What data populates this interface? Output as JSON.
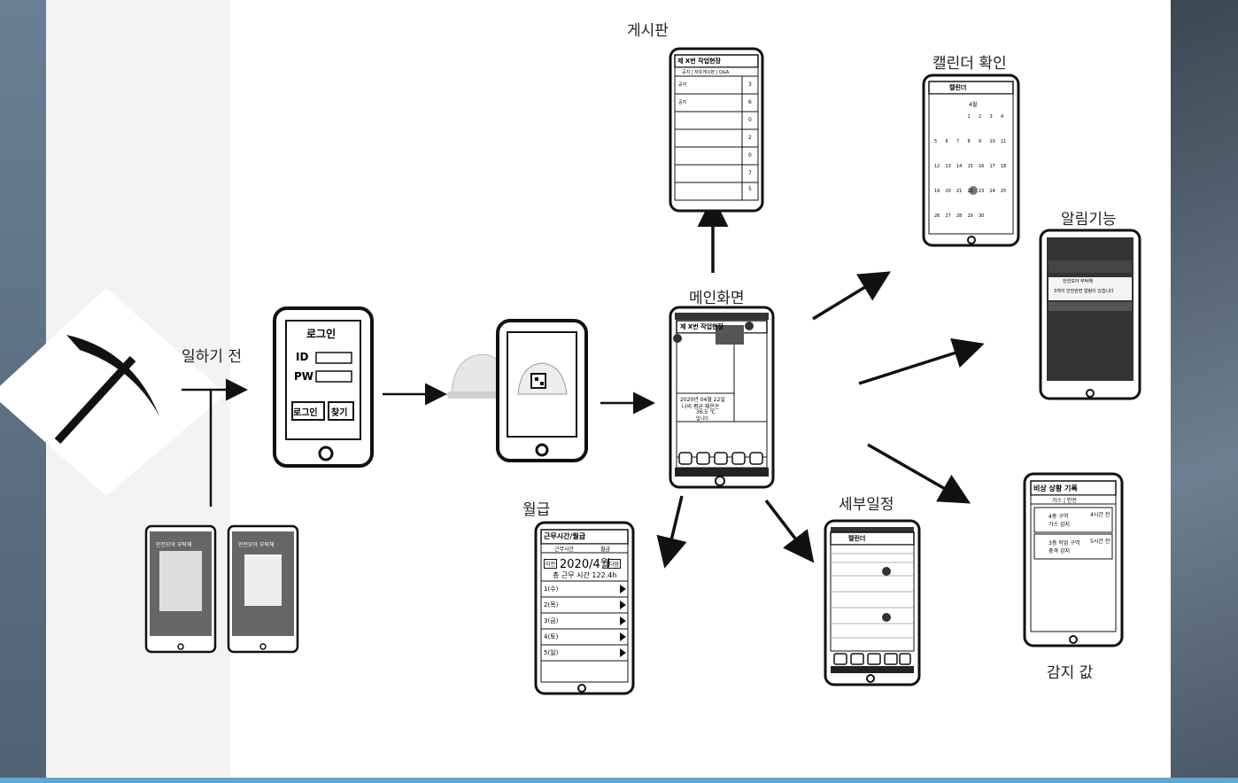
{
  "labels": {
    "before_work": "일하기 전",
    "board": "게시판",
    "calendar_check": "캘린더 확인",
    "notification": "알림기능",
    "main_screen": "메인화면",
    "salary": "월급",
    "detail_schedule": "세부일정",
    "sensor_value": "감지 값"
  },
  "login": {
    "title": "로그인",
    "id_label": "ID",
    "pw_label": "PW",
    "login_button": "로그인",
    "find_button": "찾기"
  },
  "board": {
    "header": "제 X번 작업현장",
    "tabs": "공지 | 자유게시판 | Q&A",
    "rows": [
      {
        "title": "공지",
        "count": "3"
      },
      {
        "title": "공지",
        "count": "6"
      },
      {
        "title": "",
        "count": "0"
      },
      {
        "title": "",
        "count": "2"
      },
      {
        "title": "",
        "count": "0"
      },
      {
        "title": "",
        "count": "7"
      },
      {
        "title": "",
        "count": "5"
      }
    ]
  },
  "calendar": {
    "header": "캘린더",
    "month": "4월",
    "weeks": [
      [
        "",
        "",
        "",
        "1",
        "2",
        "3",
        "4"
      ],
      [
        "5",
        "6",
        "7",
        "8",
        "9",
        "10",
        "11"
      ],
      [
        "12",
        "13",
        "14",
        "15",
        "16",
        "17",
        "18"
      ],
      [
        "19",
        "20",
        "21",
        "22",
        "23",
        "24",
        "25"
      ],
      [
        "26",
        "27",
        "28",
        "29",
        "30",
        "",
        ""
      ]
    ]
  },
  "notify": {
    "app_name": "안전모야 부탁해",
    "message": "3개의 안전관련 알림이 있습니다"
  },
  "main": {
    "header": "제 X번 작업현장",
    "date_line": "2020년 04월 22일",
    "temp_line": "나의 평균 체온은",
    "temp_value": "36.5 ℃",
    "temp_end": "입니다."
  },
  "salary": {
    "header": "근무시간/월급",
    "tab_work": "근무시간",
    "tab_pay": "월급",
    "month": "2020/4월",
    "prev": "이전",
    "next": "다음",
    "total": "총 근무 시간 122.4h",
    "days": [
      "1(수)",
      "2(목)",
      "3(금)",
      "4(토)",
      "5(일)"
    ]
  },
  "schedule": {
    "header": "캘린더"
  },
  "sensor": {
    "header": "비상 상황 기록",
    "tabs": "가스 | 안전",
    "items": [
      {
        "title": "4층 구역",
        "sub": "가스 감지",
        "time": "4시간 전"
      },
      {
        "title": "3층 작업 구역",
        "sub": "충격 감지",
        "time": "5시간 전"
      }
    ]
  },
  "intro": {
    "title": "안전모야 부탁해"
  },
  "icons": [
    "pickaxe-icon",
    "helmet-icon",
    "qr-code-icon",
    "search-icon",
    "menu-icon",
    "bell-icon"
  ]
}
